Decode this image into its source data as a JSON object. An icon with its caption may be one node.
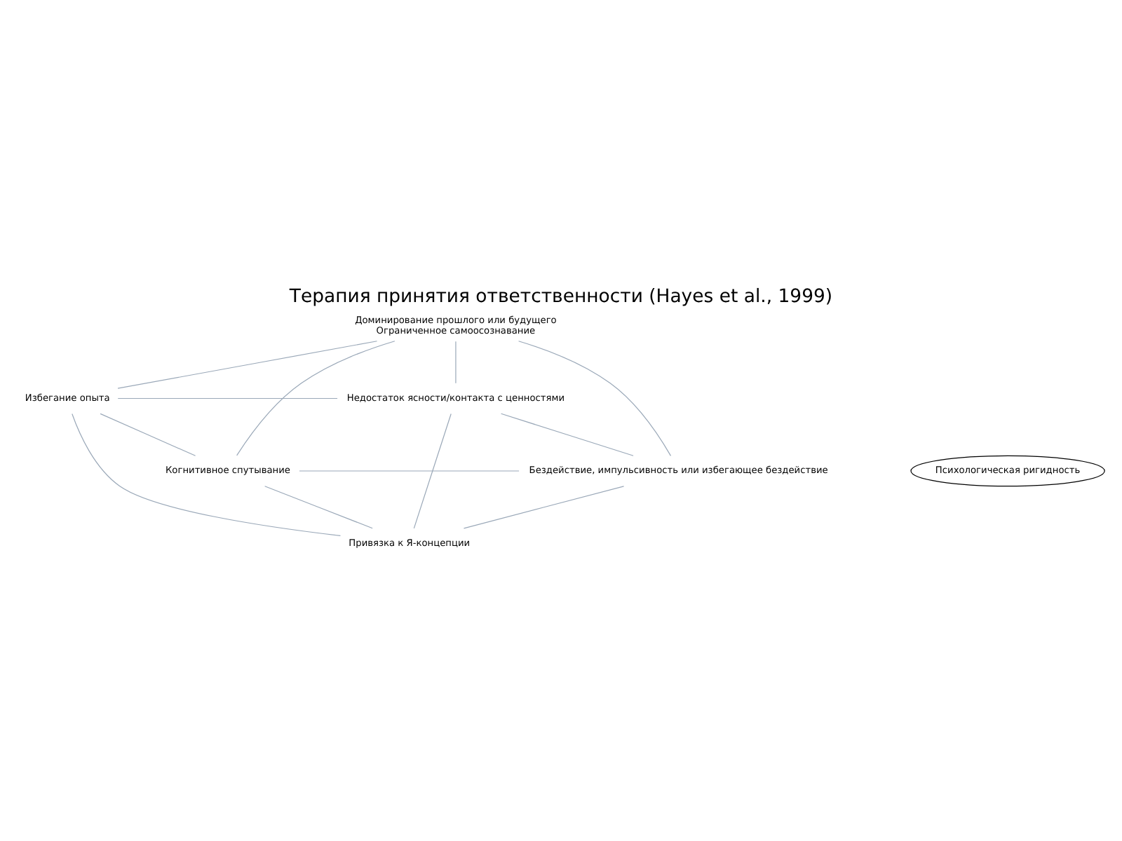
{
  "diagram": {
    "title": "Терапия принятия ответственности (Hayes et al., 1999)",
    "nodes": [
      {
        "text": [
          "Доминирование прошлого или будущего",
          "Ограниченное самоосознавание"
        ]
      },
      {
        "text": [
          "Избегание опыта"
        ]
      },
      {
        "text": [
          "Недостаток ясности/контакта с ценностями"
        ]
      },
      {
        "text": [
          "Психологическая ригидность"
        ]
      },
      {
        "text": [
          "Когнитивное спутывание"
        ]
      },
      {
        "text": [
          "Бездействие, импульсивность или избегающее бездействие"
        ]
      },
      {
        "text": [
          "Привязка к Я-концепции"
        ]
      }
    ],
    "edges": [
      {
        "from": 0,
        "to": 1,
        "arrow": "none"
      },
      {
        "from": 0,
        "to": 2,
        "arrow": "none"
      },
      {
        "from": 1,
        "to": 4,
        "arrow": "none"
      },
      {
        "from": 2,
        "to": 5,
        "arrow": "none"
      },
      {
        "from": 4,
        "to": 6,
        "arrow": "none"
      },
      {
        "from": 5,
        "to": 6,
        "arrow": "none"
      },
      {
        "from": 0,
        "to": 4,
        "arrow": "none"
      },
      {
        "from": 0,
        "to": 5,
        "arrow": "none"
      },
      {
        "from": 4,
        "to": 5,
        "arrow": "none"
      },
      {
        "from": 1,
        "to": 6,
        "arrow": "none"
      },
      {
        "from": 2,
        "to": 6,
        "arrow": "none"
      },
      {
        "from": 1,
        "to": 2,
        "arrow": "none"
      }
    ]
  }
}
